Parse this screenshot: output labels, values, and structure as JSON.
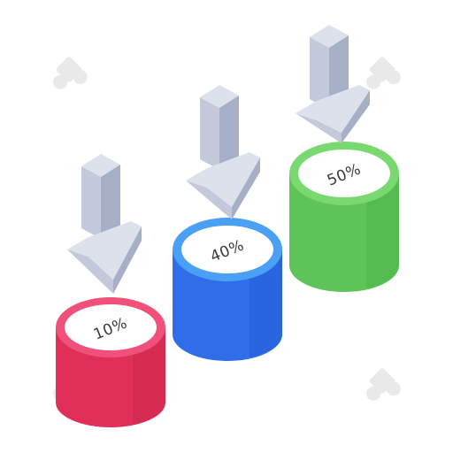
{
  "cylinders": [
    {
      "label": "10%",
      "value": 10,
      "body_color": "#e0305a",
      "top_ring_color": "#f0507a",
      "arrow": true
    },
    {
      "label": "40%",
      "value": 40,
      "body_color": "#2f6ee8",
      "top_ring_color": "#4aa0f5",
      "arrow": true
    },
    {
      "label": "50%",
      "value": 50,
      "body_color": "#5ec45a",
      "top_ring_color": "#7ad870",
      "arrow": true
    }
  ],
  "colors": {
    "arrow_front": "#c3c9da",
    "arrow_side": "#a7afc6",
    "arrow_top": "#dde1ec",
    "label_disc": "#ffffff",
    "watermark": "#e8e8e8"
  },
  "icons": [
    "down-arrow-icon",
    "watermark-logo-icon"
  ]
}
